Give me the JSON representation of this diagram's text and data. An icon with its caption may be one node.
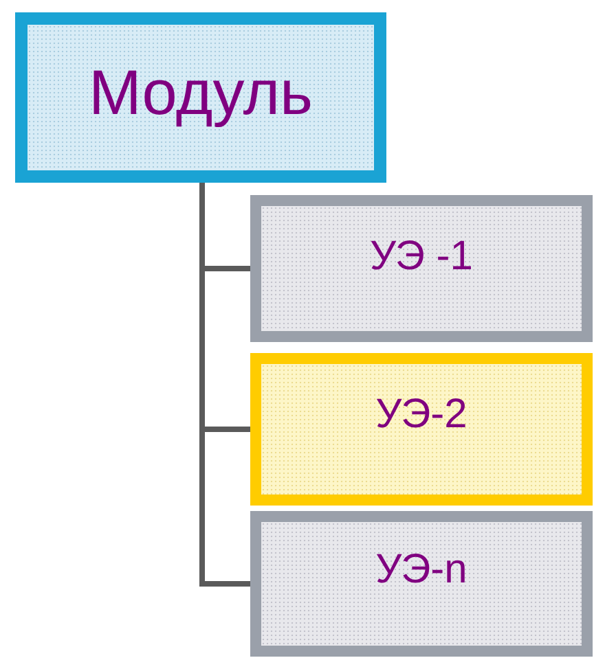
{
  "diagram": {
    "nodes": [
      {
        "text": [
          "Модуль"
        ]
      },
      {
        "text": [
          "УЭ -1"
        ]
      },
      {
        "text": [
          "УЭ-2"
        ]
      },
      {
        "text": [
          "УЭ-n"
        ]
      }
    ],
    "edges": [
      {
        "from": 0,
        "to": 1,
        "arrow": "none"
      },
      {
        "from": 0,
        "to": 2,
        "arrow": "none"
      },
      {
        "from": 0,
        "to": 3,
        "arrow": "none"
      }
    ]
  }
}
